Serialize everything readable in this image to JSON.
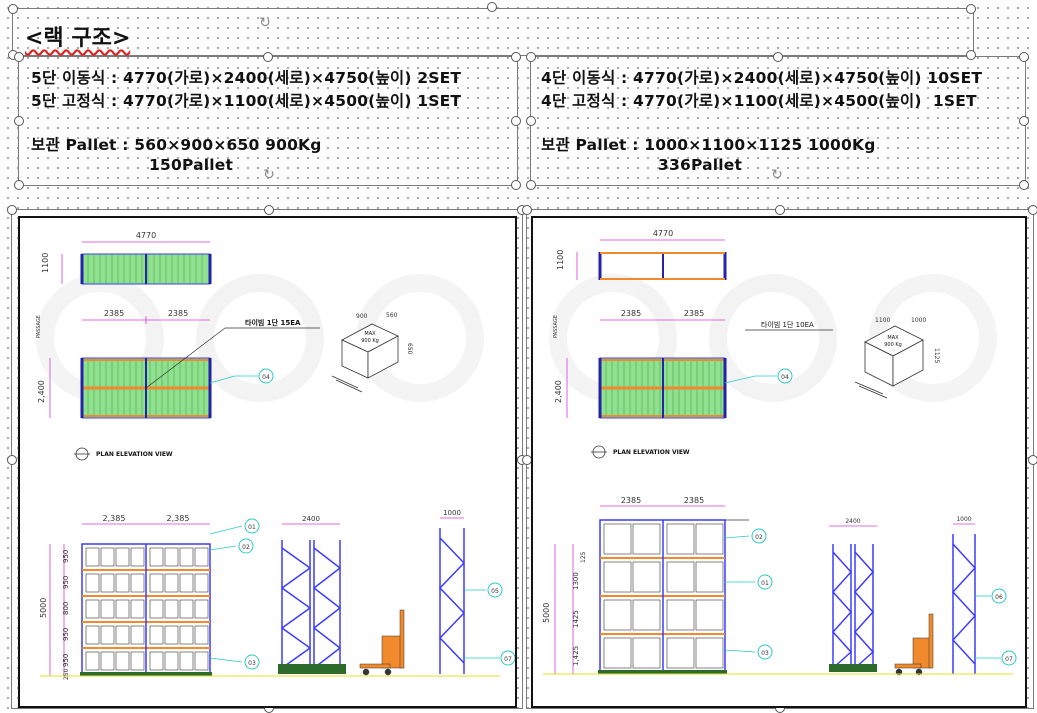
{
  "title_text": "<랙 구조>",
  "left_spec": {
    "line1": "5단 이동식 : 4770(가로)×2400(세로)×4750(높이) 2SET",
    "line2": "5단 고정식 : 4770(가로)×1100(세로)×4500(높이) 1SET",
    "line3": "보관 Pallet : 560×900×650 900Kg",
    "line4": "150Pallet"
  },
  "right_spec": {
    "line1": "4단 이동식 : 4770(가로)×2400(세로)×4750(높이) 10SET",
    "line2": "4단 고정식 : 4770(가로)×1100(세로)×4500(높이)  1SET",
    "line3": "보관 Pallet : 1000×1100×1125 1000Kg",
    "line4": "336Pallet"
  },
  "left_drawing": {
    "top_width": "4770",
    "side_1100": "1100",
    "passage": "PASSAGE",
    "half_a": "2385",
    "half_b": "2385",
    "side_2400": "2,400",
    "tie_beam_note": "타이빔 1단 15EA",
    "callout_04": "04",
    "box_w": "900",
    "box_d": "560",
    "box_h": "650",
    "box_max": "MAX",
    "box_kg": "900 Kg",
    "plan_label": "PLAN ELEVATION VIEW",
    "front_a": "2,385",
    "front_b": "2,385",
    "side_w1": "2400",
    "side_w2": "1000",
    "height_total": "5000",
    "lv1": "950",
    "lv2": "950",
    "lv3": "800",
    "lv4": "950",
    "lv5": "950",
    "lv6": "250",
    "callout_01": "01",
    "callout_02": "02",
    "callout_03": "03",
    "callout_05": "05",
    "callout_07": "07"
  },
  "right_drawing": {
    "top_width": "4770",
    "side_1100": "1100",
    "passage": "PASSAGE",
    "half_a": "2385",
    "half_b": "2385",
    "side_2400": "2,400",
    "tie_beam_note": "타이빔 1단 10EA",
    "callout_04": "04",
    "box_w": "1100",
    "box_d": "1000",
    "box_h": "1125",
    "box_max": "MAX",
    "box_kg": "900 Kg",
    "plan_label": "PLAN ELEVATION VIEW",
    "front_a": "2385",
    "front_b": "2385",
    "side_w1": "2400",
    "side_w2": "1000",
    "height_total": "5000",
    "lv1": "125",
    "lv2": "1300",
    "lv3": "1425",
    "lv4": "1,425",
    "callout_01": "01",
    "callout_02": "02",
    "callout_03": "03",
    "callout_06": "06",
    "callout_07": "07"
  },
  "colors": {
    "dim": "#d63bd6",
    "roller": "#8fe08f",
    "frame_blue": "#3c3cff",
    "beam_orange": "#f08a2c",
    "callout": "#2cc8c8"
  }
}
